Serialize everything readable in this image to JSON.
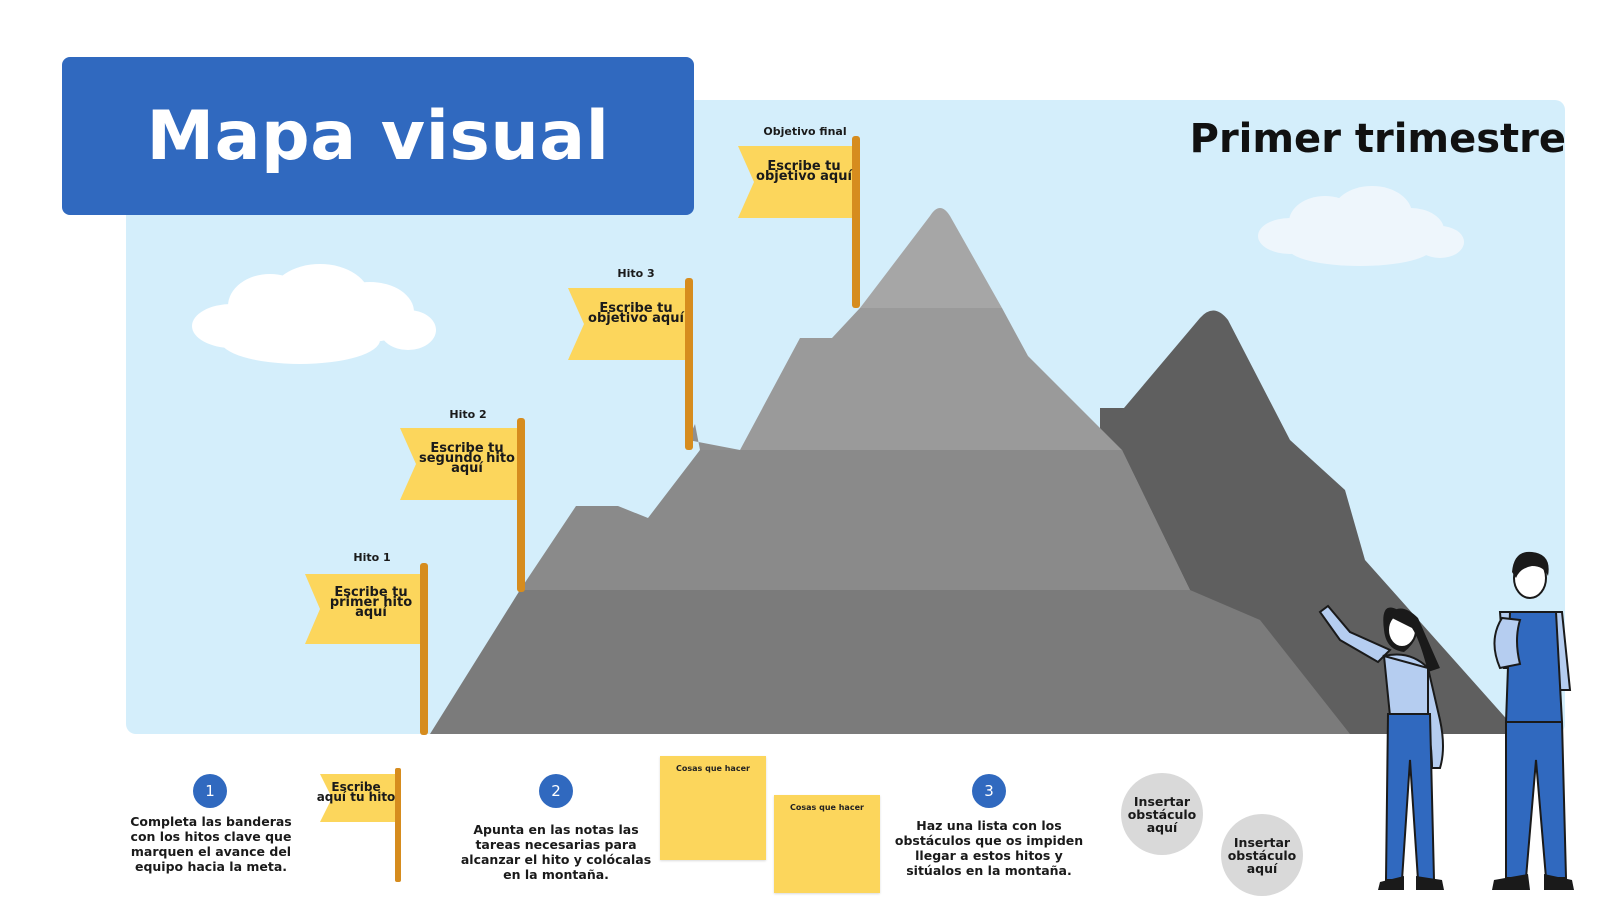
{
  "title": "Mapa visual",
  "subtitle": "Primer trimestre",
  "flags": [
    {
      "label": "Hito 1",
      "text": "Escribe tu primer hito aquí"
    },
    {
      "label": "Hito 2",
      "text": "Escribe tu segundo hito aquí"
    },
    {
      "label": "Hito 3",
      "text": "Escribe tu objetivo aquí"
    },
    {
      "label": "Objetivo final",
      "text": "Escribe tu objetivo aquí"
    }
  ],
  "legend": {
    "steps": [
      {
        "number": "1",
        "text": "Completa las banderas con los hitos clave que marquen el avance del equipo hacia la meta."
      },
      {
        "number": "2",
        "text": "Apunta en las notas las tareas necesarias para alcanzar el hito y colócalas en la montaña."
      },
      {
        "number": "3",
        "text": "Haz una lista con los obstáculos que os impiden llegar a estos hitos y sitúalos en la montaña."
      }
    ],
    "sample_flag_text": "Escribe aquí tu hito",
    "sticky_notes": [
      "Cosas que hacer",
      "Cosas que hacer"
    ],
    "obstacles": [
      "Insertar obstáculo aquí",
      "Insertar obstáculo aquí"
    ]
  },
  "colors": {
    "title_bg": "#3069bf",
    "sky": "#d4eefb",
    "flag": "#fcd65c",
    "pole": "#d68c1e",
    "mountain_light": "#a6a6a6",
    "mountain_dark": "#5f5f5f"
  }
}
